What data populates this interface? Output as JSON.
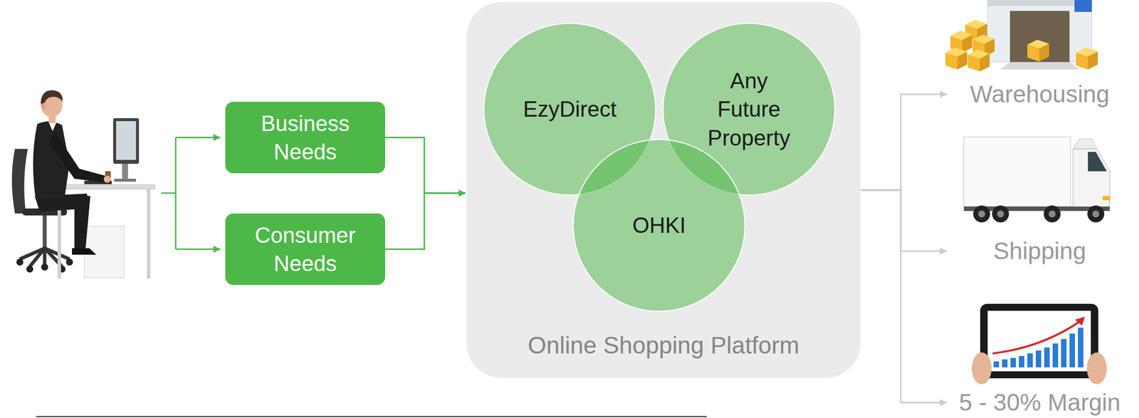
{
  "diagram": {
    "nodes": [
      {
        "text": [
          "Business Needs"
        ]
      },
      {
        "text": [
          "Consumer Needs"
        ]
      },
      {
        "text": [
          "Online Shopping Platform"
        ]
      },
      {
        "text": [
          "EzyDirect"
        ],
        "in": 2
      },
      {
        "text": [
          "Any Future Property"
        ],
        "in": 2
      },
      {
        "text": [
          "OHKI"
        ],
        "in": 2
      },
      {
        "text": [
          "Warehousing"
        ]
      },
      {
        "text": [
          "Shipping"
        ]
      },
      {
        "text": [
          "5 - 30% Margin"
        ]
      }
    ],
    "edges": [
      {
        "from": 0,
        "to": 2,
        "arrow": "to"
      },
      {
        "from": 1,
        "to": 2,
        "arrow": "to"
      },
      {
        "from": 2,
        "to": 6,
        "arrow": "to"
      },
      {
        "from": 2,
        "to": 7,
        "arrow": "to"
      },
      {
        "from": 2,
        "to": 8,
        "arrow": "to"
      }
    ]
  }
}
